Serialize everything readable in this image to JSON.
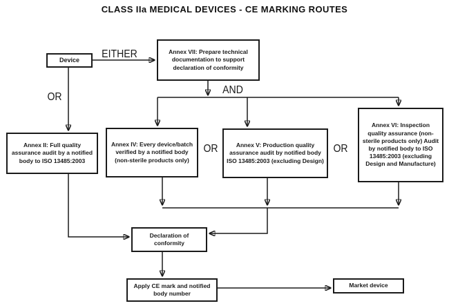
{
  "title": "CLASS IIa MEDICAL DEVICES - CE MARKING ROUTES",
  "nodes": {
    "device": {
      "label": "Device"
    },
    "annex7": {
      "label": "Annex VII: Prepare technical documentation to support declaration of conformity"
    },
    "annex2": {
      "label": "Annex II: Full quality assurance audit by a notified body to ISO 13485:2003"
    },
    "annex4": {
      "label": "Annex IV: Every device/batch verified by a notified body (non-sterile products only)"
    },
    "annex5": {
      "label": "Annex V: Production quality assurance audit by notified body ISO 13485:2003 (excluding Design)"
    },
    "annex6": {
      "label": "Annex VI: Inspection quality assurance (non-sterile products only) Audit by notified body to ISO 13485:2003 (excluding Design and Manufacture)"
    },
    "declaration": {
      "label": "Declaration of conformity"
    },
    "apply": {
      "label": "Apply CE mark and notified body number"
    },
    "market": {
      "label": "Market device"
    }
  },
  "connector_labels": {
    "either": "EITHER",
    "or_left": "OR",
    "and": "AND",
    "or_mid": "OR",
    "or_right": "OR"
  },
  "colors": {
    "line": "#1a1a1a",
    "box_border": "#1a1a1a",
    "text": "#1a1a1a",
    "background": "#ffffff"
  }
}
